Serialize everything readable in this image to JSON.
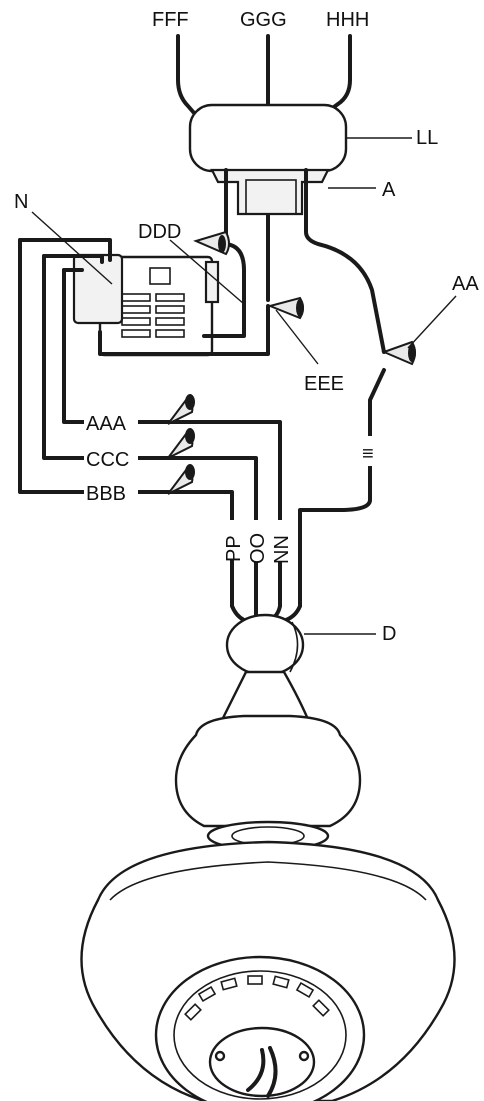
{
  "labels": {
    "fff": "FFF",
    "ggg": "GGG",
    "hhh": "HHH",
    "ll": "LL",
    "a": "A",
    "n": "N",
    "ddd": "DDD",
    "aa": "AA",
    "eee": "EEE",
    "aaa": "AAA",
    "ccc": "CCC",
    "bbb": "BBB",
    "ground_mark": "≡",
    "pp": "PP",
    "oo": "OO",
    "nn": "NN",
    "d": "D"
  },
  "colors": {
    "ink": "#1a1a1a",
    "fill": "#ffffff",
    "shade": "#f2f2f2"
  }
}
